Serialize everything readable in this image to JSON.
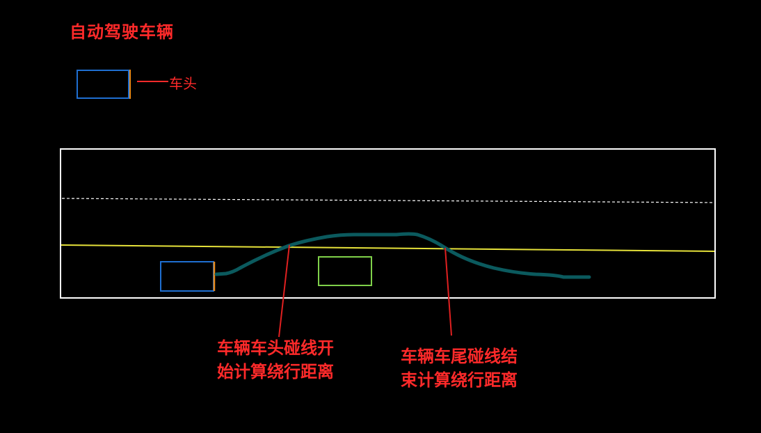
{
  "title": "自动驾驶车辆",
  "legend": {
    "head_label": "车头"
  },
  "annotations": {
    "start_line1": "车辆车头碰线开",
    "start_line2": "始计算绕行距离",
    "end_line1": "车辆车尾碰线结",
    "end_line2": "束计算绕行距离"
  },
  "colors": {
    "text_red": "#ff2a2a",
    "annotation_line": "#e02020",
    "vehicle_border": "#1f6fd1",
    "vehicle_head": "#e88a1a",
    "obstacle_border": "#7fd14a",
    "trajectory": "#0b5a5e",
    "lane_line": "#e6e23a",
    "road_border": "#ffffff",
    "dashed_line": "#ffffff"
  }
}
